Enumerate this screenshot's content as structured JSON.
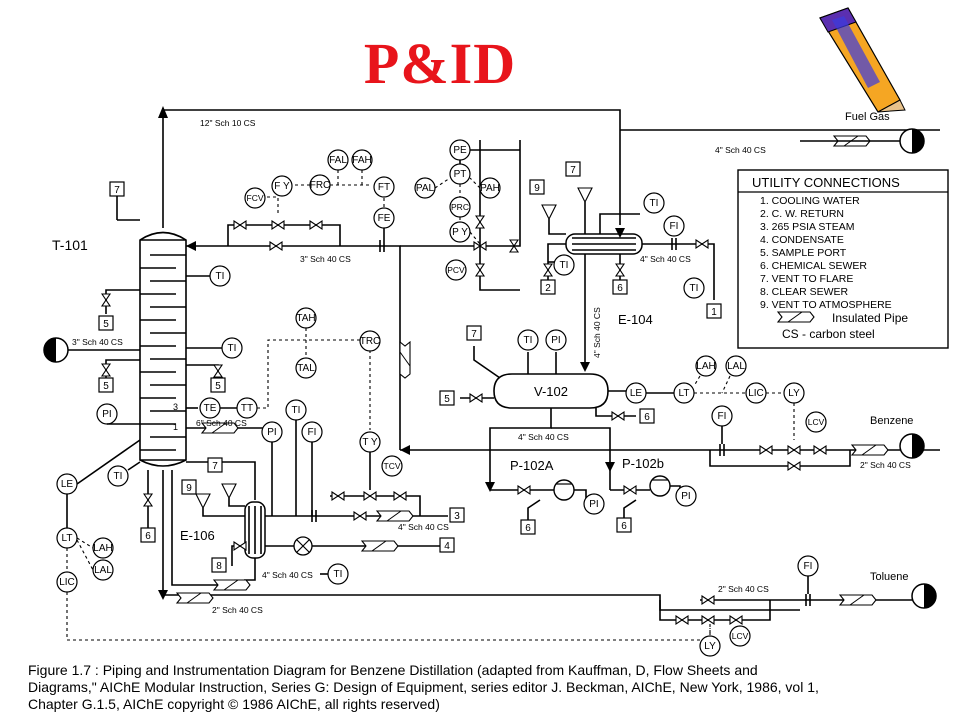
{
  "title": "P&ID",
  "caption": [
    "Figure 1.7 : Piping and Instrumentation  Diagram  for  Benzene  Distillation (adapted from Kauffman, D, Flow Sheets and",
    "Diagrams,\" AIChE Modular Instruction, Series G: Design of Equipment, series editor J. Beckman, AIChE, New York, 1986, vol 1,",
    "Chapter G.1.5, AIChE copyright © 1986 AIChE, all rights reserved)"
  ],
  "equipment": {
    "column": "T-101",
    "drum": "V-102",
    "condenser": "E-104",
    "reboiler": "E-106",
    "pump_a": "P-102A",
    "pump_b": "P-102b"
  },
  "streams": {
    "fuel_gas": "Fuel Gas",
    "benzene": "Benzene",
    "toluene": "Toluene"
  },
  "pipes": {
    "top_vapor": "12\" Sch 10  CS",
    "fuel_gas_line": "4\" Sch 40 CS",
    "reflux": "3\" Sch 40 CS",
    "feed": "3\" Sch 40 CS",
    "steam_out": "6\" Sch 40 CS",
    "cond_cw": "4\" Sch 40 CS",
    "drum_vertical": "4\" Sch 40 CS",
    "pump_suction": "4\" Sch 40 CS",
    "benzene_out": "2\" Sch 40 CS",
    "reboiler_steam": "4\" Sch 40 CS",
    "reboiler_cond": "4\" Sch 40 CS",
    "bottoms": "2\" Sch 40 CS",
    "toluene_line": "2\" Sch 40 CS"
  },
  "utility": {
    "title": "UTILITY CONNECTIONS",
    "items": [
      "1. COOLING WATER",
      "2. C. W. RETURN",
      "3. 265 PSIA STEAM",
      "4. CONDENSATE",
      "5. SAMPLE PORT",
      "6. CHEMICAL SEWER",
      "7. VENT TO FLARE",
      "8. CLEAR SEWER",
      "9. VENT TO ATMOSPHERE"
    ],
    "insulated": "Insulated Pipe",
    "cs": "CS - carbon steel"
  },
  "instruments": {
    "fal": "FAL",
    "fah": "FAH",
    "frc": "FRC",
    "ft": "FT",
    "fe": "FE",
    "fy": "F Y",
    "fcv": "FCV",
    "pe": "PE",
    "pt": "PT",
    "pal": "PAL",
    "pah": "PAH",
    "prc": "PRC",
    "py": "P Y",
    "pcv": "PCV",
    "ti": "TI",
    "fi": "FI",
    "pi": "PI",
    "tah": "TAH",
    "tal": "TAL",
    "trc": "TRC",
    "ty": "T Y",
    "tcv": "TCV",
    "te": "TE",
    "tt": "TT",
    "le": "LE",
    "lt": "LT",
    "lah": "LAH",
    "lal": "LAL",
    "lic": "LIC",
    "ly": "LY",
    "lcv": "LCV"
  },
  "utility_numbers": {
    "n1": "1",
    "n2": "2",
    "n3": "3",
    "n4": "4",
    "n5": "5",
    "n6": "6",
    "n7": "7",
    "n8": "8",
    "n9": "9"
  }
}
